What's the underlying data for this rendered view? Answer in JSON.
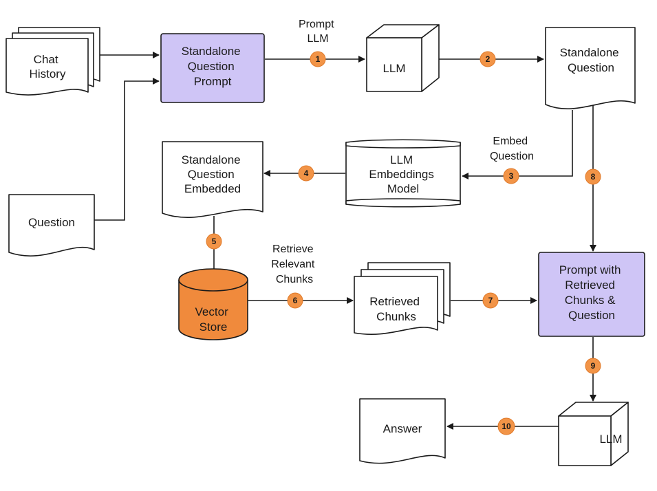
{
  "nodes": {
    "chat_history": [
      "Chat",
      "History"
    ],
    "question_input": [
      "Question"
    ],
    "standalone_question_prompt": [
      "Standalone",
      "Question",
      "Prompt"
    ],
    "llm_top": [
      "LLM"
    ],
    "standalone_question": [
      "Standalone",
      "Question"
    ],
    "llm_embeddings_model": [
      "LLM",
      "Embeddings",
      "Model"
    ],
    "standalone_question_embedded": [
      "Standalone",
      "Question",
      "Embedded"
    ],
    "vector_store": [
      "Vector",
      "Store"
    ],
    "retrieved_chunks": [
      "Retrieved",
      "Chunks"
    ],
    "prompt_with_chunks": [
      "Prompt with",
      "Retrieved",
      "Chunks &",
      "Question"
    ],
    "llm_bottom": [
      "LLM"
    ],
    "answer": [
      "Answer"
    ]
  },
  "edge_labels": {
    "prompt_llm": [
      "Prompt",
      "LLM"
    ],
    "embed_question": [
      "Embed",
      "Question"
    ],
    "retrieve_relevant_chunks": [
      "Retrieve",
      "Relevant",
      "Chunks"
    ]
  },
  "steps": [
    "1",
    "2",
    "3",
    "4",
    "5",
    "6",
    "7",
    "8",
    "9",
    "10"
  ],
  "colors": {
    "prompt_box": "#cfc5f6",
    "vector_store": "#f08a3c",
    "step_badge": "#f29447"
  }
}
